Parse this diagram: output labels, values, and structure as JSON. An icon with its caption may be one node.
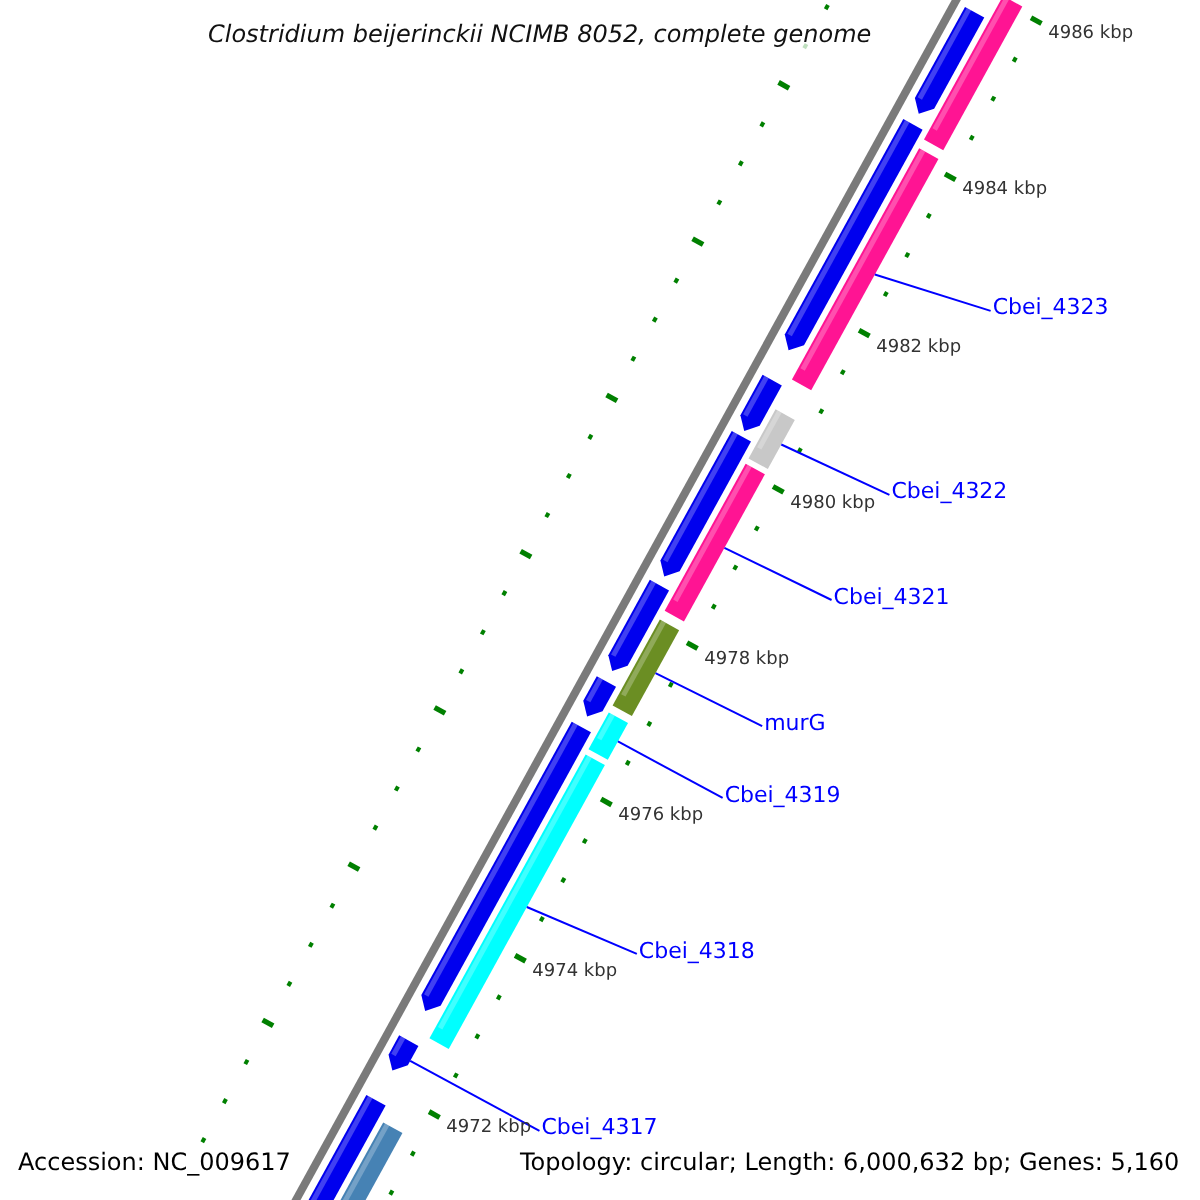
{
  "diagram": {
    "title": "Clostridium beijerinckii NCIMB 8052, complete genome",
    "nodes": [
      {
        "text": [],
        "shape": "arrow"
      },
      {
        "text": [],
        "shape": "arrow"
      },
      {
        "text": [],
        "shape": "arrow"
      },
      {
        "text": [],
        "shape": "arrow"
      },
      {
        "text": [],
        "shape": "arrow"
      },
      {
        "text": [],
        "shape": "arrow"
      },
      {
        "text": [],
        "shape": "arrow"
      },
      {
        "text": [],
        "shape": "arrow"
      },
      {
        "text": [],
        "shape": "arrow"
      },
      {
        "text": [],
        "shape": "bar"
      },
      {
        "text": [],
        "shape": "bar"
      },
      {
        "text": [],
        "shape": "bar"
      },
      {
        "text": [],
        "shape": "bar"
      },
      {
        "text": [],
        "shape": "bar"
      },
      {
        "text": [],
        "shape": "bar"
      },
      {
        "text": [],
        "shape": "bar"
      },
      {
        "text": [],
        "shape": "bar"
      },
      {
        "text": [
          "Cbei_4323"
        ]
      },
      {
        "text": [
          "Cbei_4322"
        ]
      },
      {
        "text": [
          "Cbei_4321"
        ]
      },
      {
        "text": [
          "murG"
        ]
      },
      {
        "text": [
          "Cbei_4319"
        ]
      },
      {
        "text": [
          "Cbei_4318"
        ]
      },
      {
        "text": [
          "Cbei_4317"
        ]
      }
    ],
    "edges": [
      {
        "from": 17,
        "to": 10,
        "arrow": "none"
      },
      {
        "from": 18,
        "to": 11,
        "arrow": "none"
      },
      {
        "from": 19,
        "to": 12,
        "arrow": "none"
      },
      {
        "from": 20,
        "to": 13,
        "arrow": "none"
      },
      {
        "from": 21,
        "to": 14,
        "arrow": "none"
      },
      {
        "from": 22,
        "to": 15,
        "arrow": "none"
      },
      {
        "from": 23,
        "to": 7,
        "arrow": "none"
      }
    ],
    "labels": [
      "4986 kbp",
      "4984 kbp",
      "4982 kbp",
      "4980 kbp",
      "4978 kbp",
      "4976 kbp",
      "4974 kbp",
      "4972 kbp",
      "Accession: NC_009617",
      "Topology: circular; Length: 6,000,632 bp; Genes: 5,160"
    ]
  }
}
